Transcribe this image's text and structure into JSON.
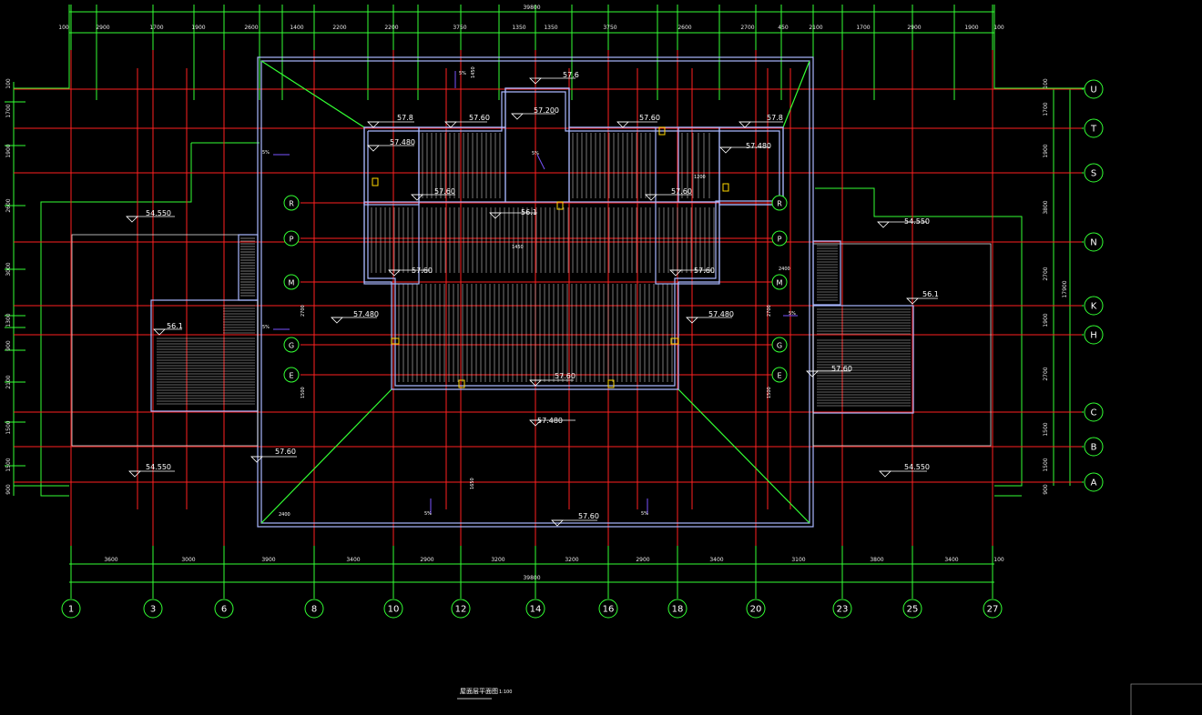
{
  "drawing": {
    "colors": {
      "background": "#000000",
      "grid_line": "#ff2020",
      "dimension_line": "#33ff33",
      "roof_outline": "#a9b8ff",
      "text": "#ffffff",
      "slope_arrow": "#7a55ff",
      "drain": "#ffd700"
    },
    "axes_bottom": [
      "1",
      "3",
      "6",
      "8",
      "10",
      "12",
      "14",
      "16",
      "18",
      "20",
      "23",
      "25",
      "27"
    ],
    "axes_right": [
      "U",
      "T",
      "S",
      "N",
      "K",
      "H",
      "C",
      "B",
      "A"
    ],
    "axes_inner": [
      "R",
      "P",
      "M",
      "G",
      "E"
    ],
    "dims_top": [
      "100",
      "2900",
      "1700",
      "1900",
      "2600",
      "1400",
      "2200",
      "2200",
      "3750",
      "1350",
      "1350",
      "3750",
      "2600",
      "2700",
      "450",
      "2100",
      "1700",
      "2900",
      "1900",
      "100"
    ],
    "dims_top_total": "39800",
    "dims_bottom": [
      "3600",
      "3000",
      "3900",
      "3400",
      "2900",
      "3200",
      "3200",
      "2900",
      "3400",
      "3100",
      "3800",
      "3400",
      "100"
    ],
    "dims_bottom_total": "39800",
    "dims_right": [
      "100",
      "1700",
      "1900",
      "3800",
      "2700",
      "1900",
      "2700",
      "1500",
      "1500",
      "900"
    ],
    "dims_right_total": "17900",
    "dims_left": [
      "100",
      "1700",
      "1900",
      "2600",
      "3000",
      "1300",
      "900",
      "2100",
      "1500",
      "1500",
      "900"
    ],
    "levels": {
      "l576_top": "57.6",
      "l57200": "57.200",
      "l578_left": "57.8",
      "l578_right": "57.8",
      "l5760_a": "57.60",
      "l5760_b": "57.60",
      "l57480_a": "57.480",
      "l57480_b": "57.480",
      "l5760_c": "57.60",
      "l5760_d": "57.60",
      "l561_a": "56.1",
      "l5760_e": "57.60",
      "l5760_f": "57.60",
      "l57480_c": "57.480",
      "l57480_d": "57.480",
      "l5760_g": "57.60",
      "l57480_e": "57.480",
      "l5760_h": "57.60",
      "l5760_i": "57.60",
      "l54550_a": "54.550",
      "l54550_b": "54.550",
      "l54550_c": "54.550",
      "l54550_d": "54.550",
      "l561_left": "56.1",
      "l561_right": "56.1",
      "l5760_j": "57.60"
    },
    "small_dims": {
      "d2400": "2400",
      "d1650": "1650",
      "d1200": "1200",
      "d1450": "1450",
      "d1450b": "1450",
      "d2700a": "2700",
      "d2700b": "2700",
      "d1500a": "1500",
      "d1500b": "1500",
      "d2400b": "2400"
    },
    "slopes": {
      "s1": "5%",
      "s2": "5%",
      "s3": "5%",
      "s4": "5%",
      "s5": "5%",
      "s6": "5%",
      "s7": "5%"
    },
    "title_block": {
      "title": "屋面层平面图",
      "scale": "1:100"
    }
  }
}
